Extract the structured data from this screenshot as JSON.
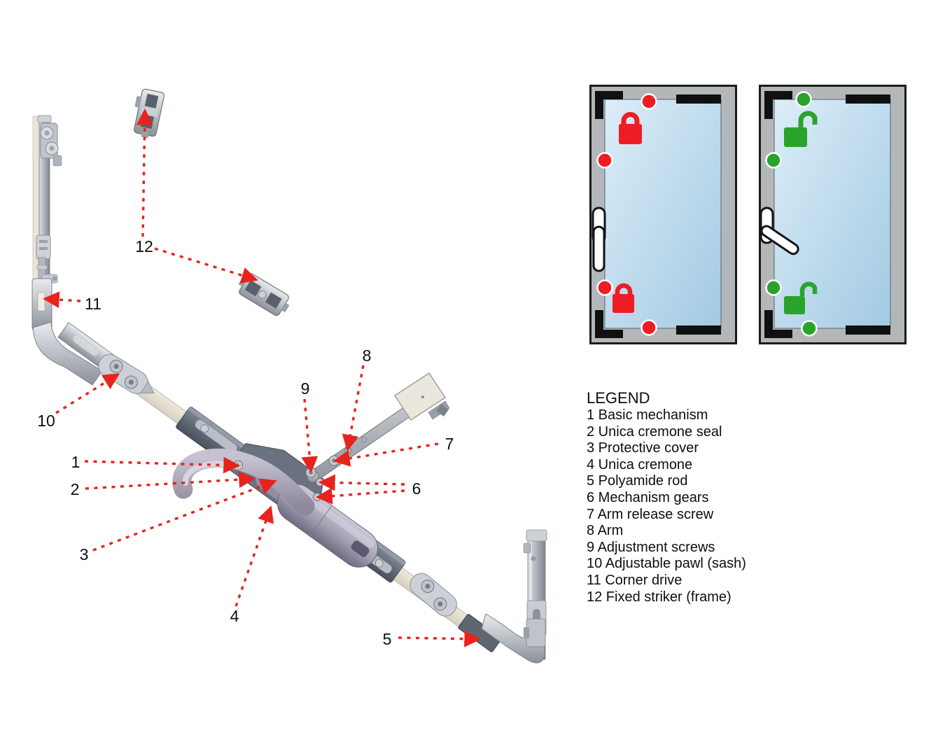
{
  "colors": {
    "leader": "#e8231d",
    "locked": "#ee1c25",
    "unlocked": "#2aa32c",
    "frame": "#b4b7b9",
    "glass-light": "#dcedf8",
    "glass-dark": "#a2cae2"
  },
  "diagram": {
    "labels": [
      "1",
      "2",
      "3",
      "4",
      "5",
      "6",
      "7",
      "8",
      "9",
      "10",
      "11",
      "12"
    ]
  },
  "windows": {
    "locked": {
      "state": "locked",
      "indicator_color": "#ee1c25",
      "lock_icon": "padlock-closed",
      "handle_position": "vertical"
    },
    "unlocked": {
      "state": "unlocked",
      "indicator_color": "#2aa32c",
      "lock_icon": "padlock-open",
      "handle_position": "rotated-down"
    }
  },
  "legend": {
    "title": "LEGEND",
    "items": [
      "1 Basic mechanism",
      "2 Unica cremone seal",
      "3 Protective cover",
      "4 Unica cremone",
      "5 Polyamide rod",
      "6 Mechanism gears",
      "7 Arm release screw",
      "8 Arm",
      "9 Adjustment screws",
      "10 Adjustable pawl (sash)",
      "11 Corner drive",
      "12 Fixed striker (frame)"
    ]
  }
}
